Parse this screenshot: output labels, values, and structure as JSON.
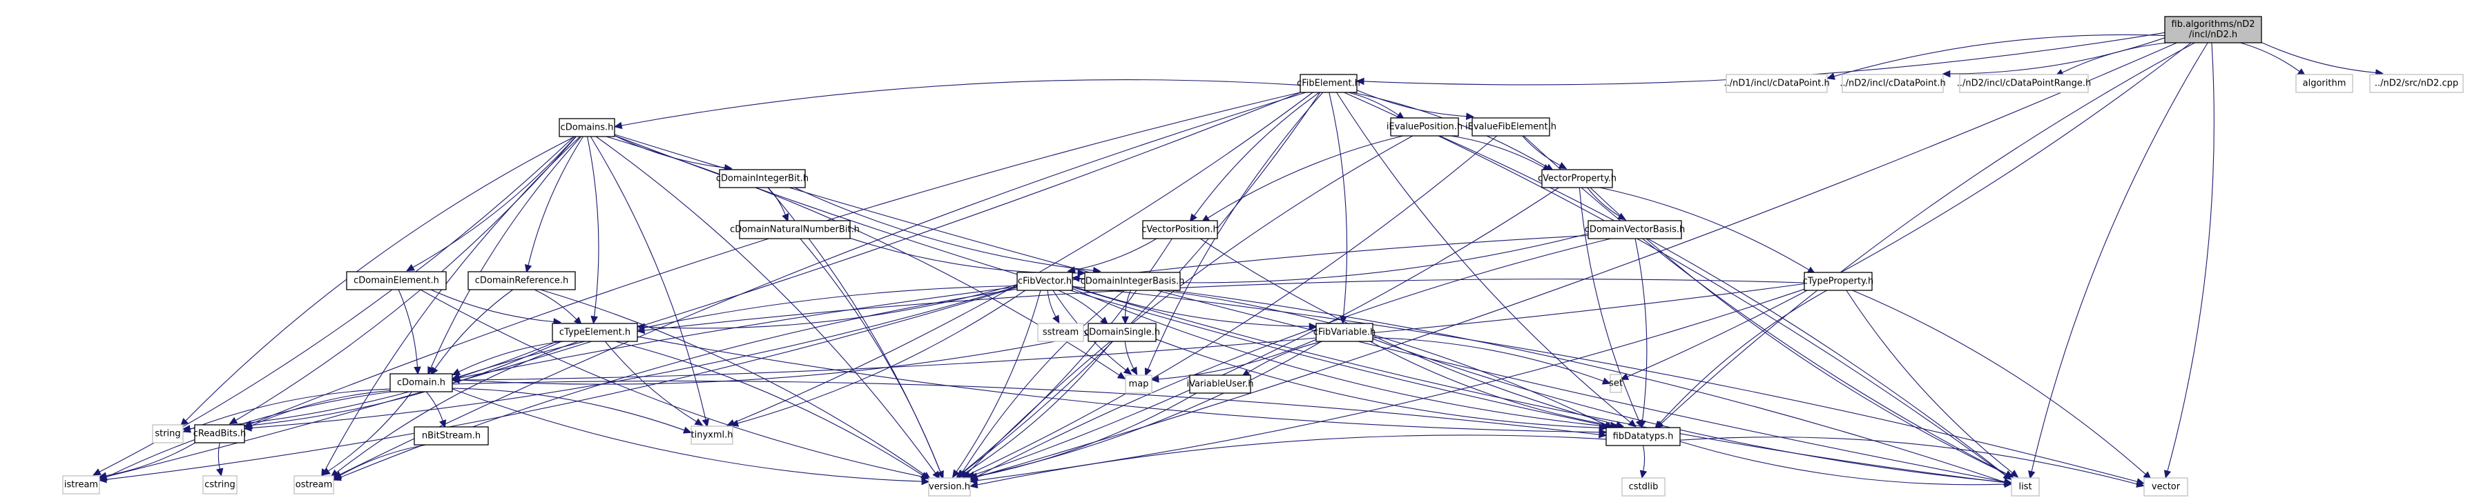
{
  "title": "fib.algorithms/nD2/incl/nD2.h include dependency graph",
  "colors": {
    "edge": "#191970",
    "node_border": "#000000",
    "external_border": "#bfbfbf",
    "root_fill": "#bfbfbf",
    "background": "#ffffff"
  },
  "nodes": [
    {
      "id": "nD2h",
      "label": [
        "fib.algorithms/nD2",
        "/incl/nD2.h"
      ],
      "kind": "root"
    },
    {
      "id": "cFibElement",
      "label": [
        "cFibElement.h"
      ],
      "kind": "internal"
    },
    {
      "id": "nD1cDataPoint",
      "label": [
        "../nD1/incl/cDataPoint.h"
      ],
      "kind": "external"
    },
    {
      "id": "nD2cDataPoint",
      "label": [
        "../nD2/incl/cDataPoint.h"
      ],
      "kind": "external"
    },
    {
      "id": "nD2cDataPointRange",
      "label": [
        "../nD2/incl/cDataPointRange.h"
      ],
      "kind": "external"
    },
    {
      "id": "algorithm",
      "label": [
        "algorithm"
      ],
      "kind": "external"
    },
    {
      "id": "nD2cpp",
      "label": [
        "../nD2/src/nD2.cpp"
      ],
      "kind": "external"
    },
    {
      "id": "cDomains",
      "label": [
        "cDomains.h"
      ],
      "kind": "internal"
    },
    {
      "id": "iEvaluePosition",
      "label": [
        "iEvaluePosition.h"
      ],
      "kind": "internal"
    },
    {
      "id": "iEvalueFibElement",
      "label": [
        "iEvalueFibElement.h"
      ],
      "kind": "internal"
    },
    {
      "id": "cDomainIntegerBit",
      "label": [
        "cDomainIntegerBit.h"
      ],
      "kind": "internal"
    },
    {
      "id": "cVectorProperty",
      "label": [
        "cVectorProperty.h"
      ],
      "kind": "internal"
    },
    {
      "id": "cDomainNaturalNumberBit",
      "label": [
        "cDomainNaturalNumberBit.h"
      ],
      "kind": "internal"
    },
    {
      "id": "cVectorPosition",
      "label": [
        "cVectorPosition.h"
      ],
      "kind": "internal"
    },
    {
      "id": "cDomainVectorBasis",
      "label": [
        "cDomainVectorBasis.h"
      ],
      "kind": "internal"
    },
    {
      "id": "cDomainElement",
      "label": [
        "cDomainElement.h"
      ],
      "kind": "internal"
    },
    {
      "id": "cDomainReference",
      "label": [
        "cDomainReference.h"
      ],
      "kind": "internal"
    },
    {
      "id": "cFibVector",
      "label": [
        "cFibVector.h"
      ],
      "kind": "internal"
    },
    {
      "id": "cDomainIntegerBasis",
      "label": [
        "cDomainIntegerBasis.h"
      ],
      "kind": "internal"
    },
    {
      "id": "cTypeProperty",
      "label": [
        "cTypeProperty.h"
      ],
      "kind": "internal"
    },
    {
      "id": "cTypeElement",
      "label": [
        "cTypeElement.h"
      ],
      "kind": "internal"
    },
    {
      "id": "sstream",
      "label": [
        "sstream"
      ],
      "kind": "external"
    },
    {
      "id": "cDomainSingle",
      "label": [
        "cDomainSingle.h"
      ],
      "kind": "internal"
    },
    {
      "id": "cFibVariable",
      "label": [
        "cFibVariable.h"
      ],
      "kind": "internal"
    },
    {
      "id": "cDomain",
      "label": [
        "cDomain.h"
      ],
      "kind": "internal"
    },
    {
      "id": "map",
      "label": [
        "map"
      ],
      "kind": "external"
    },
    {
      "id": "iVariableUser",
      "label": [
        "iVariableUser.h"
      ],
      "kind": "internal"
    },
    {
      "id": "set",
      "label": [
        "set"
      ],
      "kind": "external"
    },
    {
      "id": "string",
      "label": [
        "string"
      ],
      "kind": "external"
    },
    {
      "id": "cReadBits",
      "label": [
        "cReadBits.h"
      ],
      "kind": "internal"
    },
    {
      "id": "nBitStream",
      "label": [
        "nBitStream.h"
      ],
      "kind": "internal"
    },
    {
      "id": "tinyxml",
      "label": [
        "tinyxml.h"
      ],
      "kind": "external"
    },
    {
      "id": "fibDatatyps",
      "label": [
        "fibDatatyps.h"
      ],
      "kind": "internal"
    },
    {
      "id": "istream",
      "label": [
        "istream"
      ],
      "kind": "external"
    },
    {
      "id": "cstring",
      "label": [
        "cstring"
      ],
      "kind": "external"
    },
    {
      "id": "ostream",
      "label": [
        "ostream"
      ],
      "kind": "external"
    },
    {
      "id": "version",
      "label": [
        "version.h"
      ],
      "kind": "external"
    },
    {
      "id": "cstdlib",
      "label": [
        "cstdlib"
      ],
      "kind": "external"
    },
    {
      "id": "list",
      "label": [
        "list"
      ],
      "kind": "external"
    },
    {
      "id": "vector",
      "label": [
        "vector"
      ],
      "kind": "external"
    }
  ],
  "edges": [
    [
      "nD2h",
      "cFibElement"
    ],
    [
      "nD2h",
      "nD1cDataPoint"
    ],
    [
      "nD2h",
      "nD2cDataPoint"
    ],
    [
      "nD2h",
      "nD2cDataPointRange"
    ],
    [
      "nD2h",
      "algorithm"
    ],
    [
      "nD2h",
      "nD2cpp"
    ],
    [
      "nD2h",
      "set"
    ],
    [
      "nD2h",
      "fibDatatyps"
    ],
    [
      "nD2h",
      "version"
    ],
    [
      "nD2h",
      "list"
    ],
    [
      "nD2h",
      "vector"
    ],
    [
      "cFibElement",
      "cDomains"
    ],
    [
      "cFibElement",
      "iEvaluePosition"
    ],
    [
      "cFibElement",
      "iEvalueFibElement"
    ],
    [
      "cFibElement",
      "cVectorProperty"
    ],
    [
      "cFibElement",
      "cVectorPosition"
    ],
    [
      "cFibElement",
      "cFibVariable"
    ],
    [
      "cFibElement",
      "cReadBits"
    ],
    [
      "cFibElement",
      "tinyxml"
    ],
    [
      "cFibElement",
      "fibDatatyps"
    ],
    [
      "cFibElement",
      "istream"
    ],
    [
      "cFibElement",
      "ostream"
    ],
    [
      "cFibElement",
      "version"
    ],
    [
      "cFibElement",
      "map"
    ],
    [
      "cFibElement",
      "list"
    ],
    [
      "cDomains",
      "cDomainIntegerBit"
    ],
    [
      "cDomains",
      "cDomainElement"
    ],
    [
      "cDomains",
      "cDomainReference"
    ],
    [
      "cDomains",
      "cTypeElement"
    ],
    [
      "cDomains",
      "cDomain"
    ],
    [
      "cDomains",
      "cReadBits"
    ],
    [
      "cDomains",
      "string"
    ],
    [
      "cDomains",
      "istream"
    ],
    [
      "cDomains",
      "ostream"
    ],
    [
      "cDomains",
      "version"
    ],
    [
      "cDomains",
      "fibDatatyps"
    ],
    [
      "cDomains",
      "map"
    ],
    [
      "cDomains",
      "list"
    ],
    [
      "cDomains",
      "tinyxml"
    ],
    [
      "iEvaluePosition",
      "cVectorPosition"
    ],
    [
      "iEvaluePosition",
      "cVectorProperty"
    ],
    [
      "iEvaluePosition",
      "version"
    ],
    [
      "iEvaluePosition",
      "list"
    ],
    [
      "iEvalueFibElement",
      "cVectorProperty"
    ],
    [
      "iEvalueFibElement",
      "version"
    ],
    [
      "iEvalueFibElement",
      "list"
    ],
    [
      "cDomainIntegerBit",
      "cDomainNaturalNumberBit"
    ],
    [
      "cDomainIntegerBit",
      "cDomainIntegerBasis"
    ],
    [
      "cDomainIntegerBit",
      "version"
    ],
    [
      "cDomainNaturalNumberBit",
      "cDomainIntegerBasis"
    ],
    [
      "cDomainNaturalNumberBit",
      "version"
    ],
    [
      "cVectorProperty",
      "cDomainVectorBasis"
    ],
    [
      "cVectorProperty",
      "cTypeProperty"
    ],
    [
      "cVectorProperty",
      "fibDatatyps"
    ],
    [
      "cVectorProperty",
      "version"
    ],
    [
      "cVectorProperty",
      "list"
    ],
    [
      "cVectorPosition",
      "cFibVector"
    ],
    [
      "cVectorPosition",
      "fibDatatyps"
    ],
    [
      "cVectorPosition",
      "version"
    ],
    [
      "cDomainVectorBasis",
      "cDomain"
    ],
    [
      "cDomainVectorBasis",
      "fibDatatyps"
    ],
    [
      "cDomainVectorBasis",
      "version"
    ],
    [
      "cDomainVectorBasis",
      "cFibVector"
    ],
    [
      "cDomainElement",
      "cTypeElement"
    ],
    [
      "cDomainElement",
      "cDomain"
    ],
    [
      "cDomainElement",
      "version"
    ],
    [
      "cDomainReference",
      "cTypeElement"
    ],
    [
      "cDomainReference",
      "cDomain"
    ],
    [
      "cDomainReference",
      "version"
    ],
    [
      "cFibVector",
      "sstream"
    ],
    [
      "cFibVector",
      "cDomainSingle"
    ],
    [
      "cFibVector",
      "cFibVariable"
    ],
    [
      "cFibVector",
      "cTypeElement"
    ],
    [
      "cFibVector",
      "cDomain"
    ],
    [
      "cFibVector",
      "cReadBits"
    ],
    [
      "cFibVector",
      "map"
    ],
    [
      "cFibVector",
      "tinyxml"
    ],
    [
      "cFibVector",
      "fibDatatyps"
    ],
    [
      "cFibVector",
      "istream"
    ],
    [
      "cFibVector",
      "ostream"
    ],
    [
      "cFibVector",
      "version"
    ],
    [
      "cFibVector",
      "list"
    ],
    [
      "cFibVector",
      "vector"
    ],
    [
      "cDomainIntegerBasis",
      "cDomainSingle"
    ],
    [
      "cDomainIntegerBasis",
      "fibDatatyps"
    ],
    [
      "cDomainIntegerBasis",
      "version"
    ],
    [
      "cDomainIntegerBasis",
      "list"
    ],
    [
      "cTypeProperty",
      "cTypeElement"
    ],
    [
      "cTypeProperty",
      "cDomain"
    ],
    [
      "cTypeProperty",
      "fibDatatyps"
    ],
    [
      "cTypeProperty",
      "version"
    ],
    [
      "cTypeProperty",
      "list"
    ],
    [
      "cTypeProperty",
      "vector"
    ],
    [
      "cTypeElement",
      "cDomain"
    ],
    [
      "cTypeElement",
      "cReadBits"
    ],
    [
      "cTypeElement",
      "tinyxml"
    ],
    [
      "cTypeElement",
      "string"
    ],
    [
      "cTypeElement",
      "ostream"
    ],
    [
      "cTypeElement",
      "version"
    ],
    [
      "cTypeElement",
      "fibDatatyps"
    ],
    [
      "cDomainSingle",
      "cDomain"
    ],
    [
      "cDomainSingle",
      "fibDatatyps"
    ],
    [
      "cDomainSingle",
      "version"
    ],
    [
      "cDomainSingle",
      "map"
    ],
    [
      "cFibVariable",
      "map"
    ],
    [
      "cFibVariable",
      "iVariableUser"
    ],
    [
      "cFibVariable",
      "set"
    ],
    [
      "cFibVariable",
      "fibDatatyps"
    ],
    [
      "cFibVariable",
      "version"
    ],
    [
      "cFibVariable",
      "list"
    ],
    [
      "iVariableUser",
      "version"
    ],
    [
      "cDomain",
      "cReadBits"
    ],
    [
      "cDomain",
      "nBitStream"
    ],
    [
      "cDomain",
      "string"
    ],
    [
      "cDomain",
      "tinyxml"
    ],
    [
      "cDomain",
      "istream"
    ],
    [
      "cDomain",
      "ostream"
    ],
    [
      "cDomain",
      "version"
    ],
    [
      "cDomain",
      "fibDatatyps"
    ],
    [
      "cReadBits",
      "cstring"
    ],
    [
      "cReadBits",
      "istream"
    ],
    [
      "nBitStream",
      "ostream"
    ],
    [
      "fibDatatyps",
      "cstdlib"
    ],
    [
      "fibDatatyps",
      "list"
    ],
    [
      "fibDatatyps",
      "vector"
    ],
    [
      "fibDatatyps",
      "version"
    ]
  ]
}
